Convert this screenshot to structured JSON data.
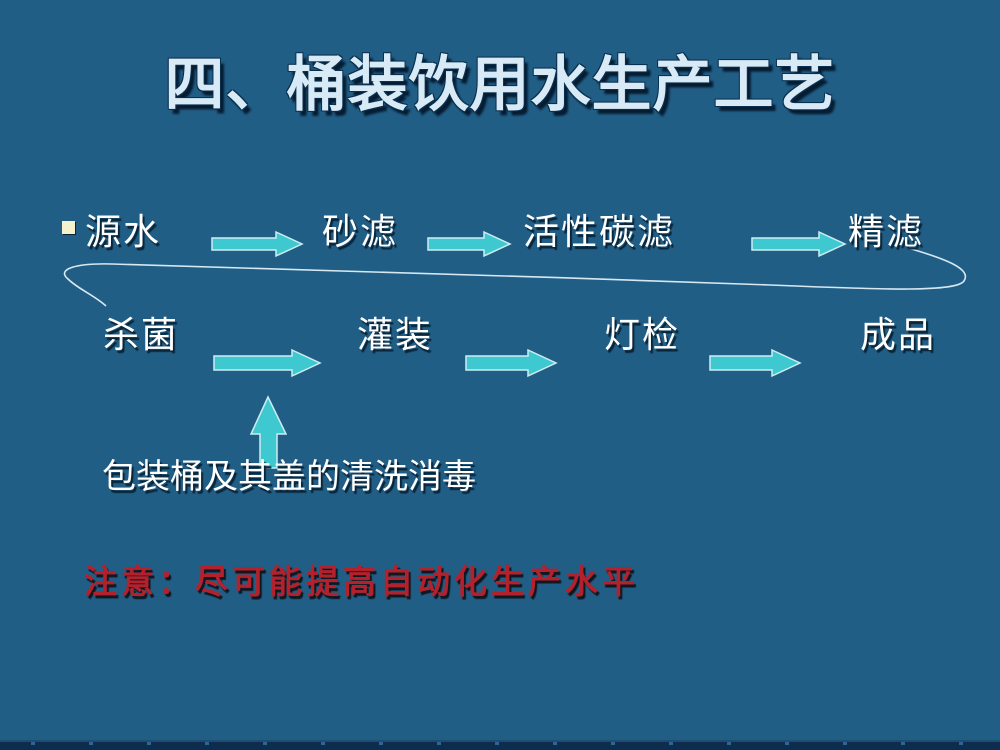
{
  "title": "四、桶装饮用水生产工艺",
  "diagram": {
    "row1_steps": [
      "源水",
      "砂滤",
      "活性碳滤",
      "精滤"
    ],
    "row2_steps": [
      "杀菌",
      "灌装",
      "灯检",
      "成品"
    ],
    "sub_process": "包装桶及其盖的清洗消毒",
    "note": "注意：尽可能提高自动化生产水平",
    "flow_order": [
      "源水",
      "砂滤",
      "活性碳滤",
      "精滤",
      "杀菌",
      "灌装",
      "灯检",
      "成品"
    ]
  },
  "colors": {
    "background": "#215E86",
    "arrow_fill": "#3EC9D1",
    "arrow_outline": "#CDEDF2",
    "connector_line": "#D6E8F2",
    "body_text": "#FFFFFF",
    "title_text": "#D8EAF6",
    "note_text": "#B3222C",
    "bullet": "#F6F2CC",
    "footer_strip": "#0E2C4E"
  }
}
